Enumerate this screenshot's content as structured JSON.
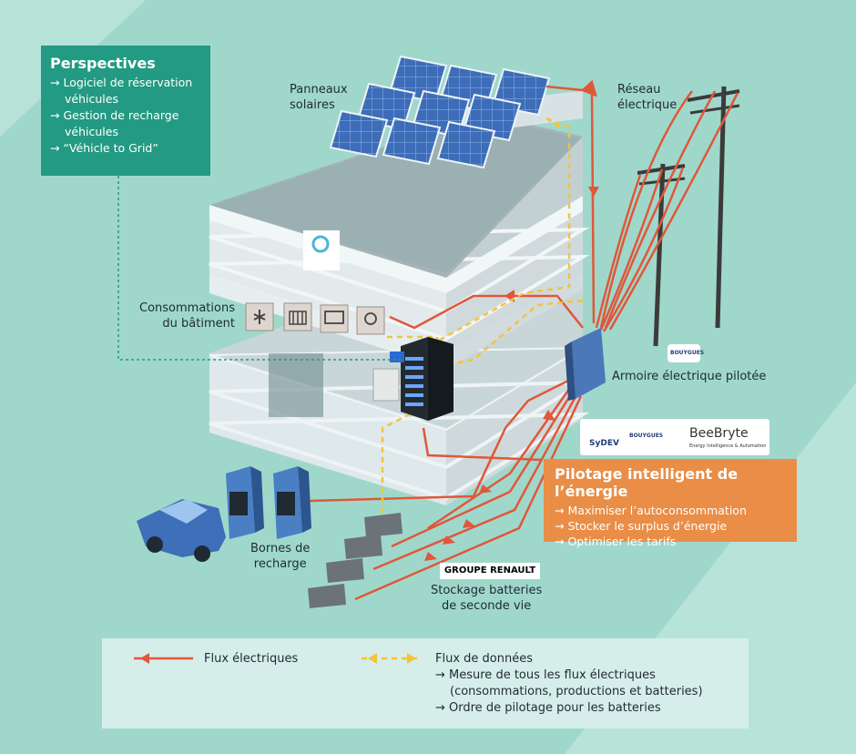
{
  "perspectives": {
    "title": "Perspectives",
    "items": [
      "→ Logiciel de réservation",
      "véhicules",
      "→ Gestion de recharge",
      "véhicules",
      "→ “Véhicle to Grid”"
    ]
  },
  "labels": {
    "panneaux": [
      "Panneaux",
      "solaires"
    ],
    "reseau": [
      "Réseau",
      "électrique"
    ],
    "consommations": [
      "Consommations",
      "du bâtiment"
    ],
    "armoire": "Armoire électrique pilotée",
    "bornes": [
      "Bornes de",
      "recharge"
    ],
    "stockage": [
      "Stockage batteries",
      "de seconde vie"
    ]
  },
  "pilotage": {
    "title": "Pilotage intelligent de l’énergie",
    "items": [
      "→ Maximiser l’autoconsommation",
      "→ Stocker le surplus d’énergie",
      "→ Optimiser les tarifs"
    ]
  },
  "logos": {
    "sydev": "SyDEV",
    "bouygues": "BOUYGUES",
    "beebryte": "BeeBryte",
    "beebryte_tag": "Energy Intelligence & Automation",
    "renault": "GROUPE RENAULT"
  },
  "legend": {
    "flux_elec": "Flux électriques",
    "flux_data": "Flux de données",
    "data_items": [
      "→ Mesure de tous les flux électriques",
      "(consommations, productions et batteries)",
      "→ Ordre de pilotage pour les batteries"
    ]
  },
  "colors": {
    "background": "#a8dccf",
    "electric_flow": "#e0573a",
    "data_flow": "#f3c43a",
    "perspectives_box": "#239a83",
    "pilotage_box": "#e98d47"
  }
}
